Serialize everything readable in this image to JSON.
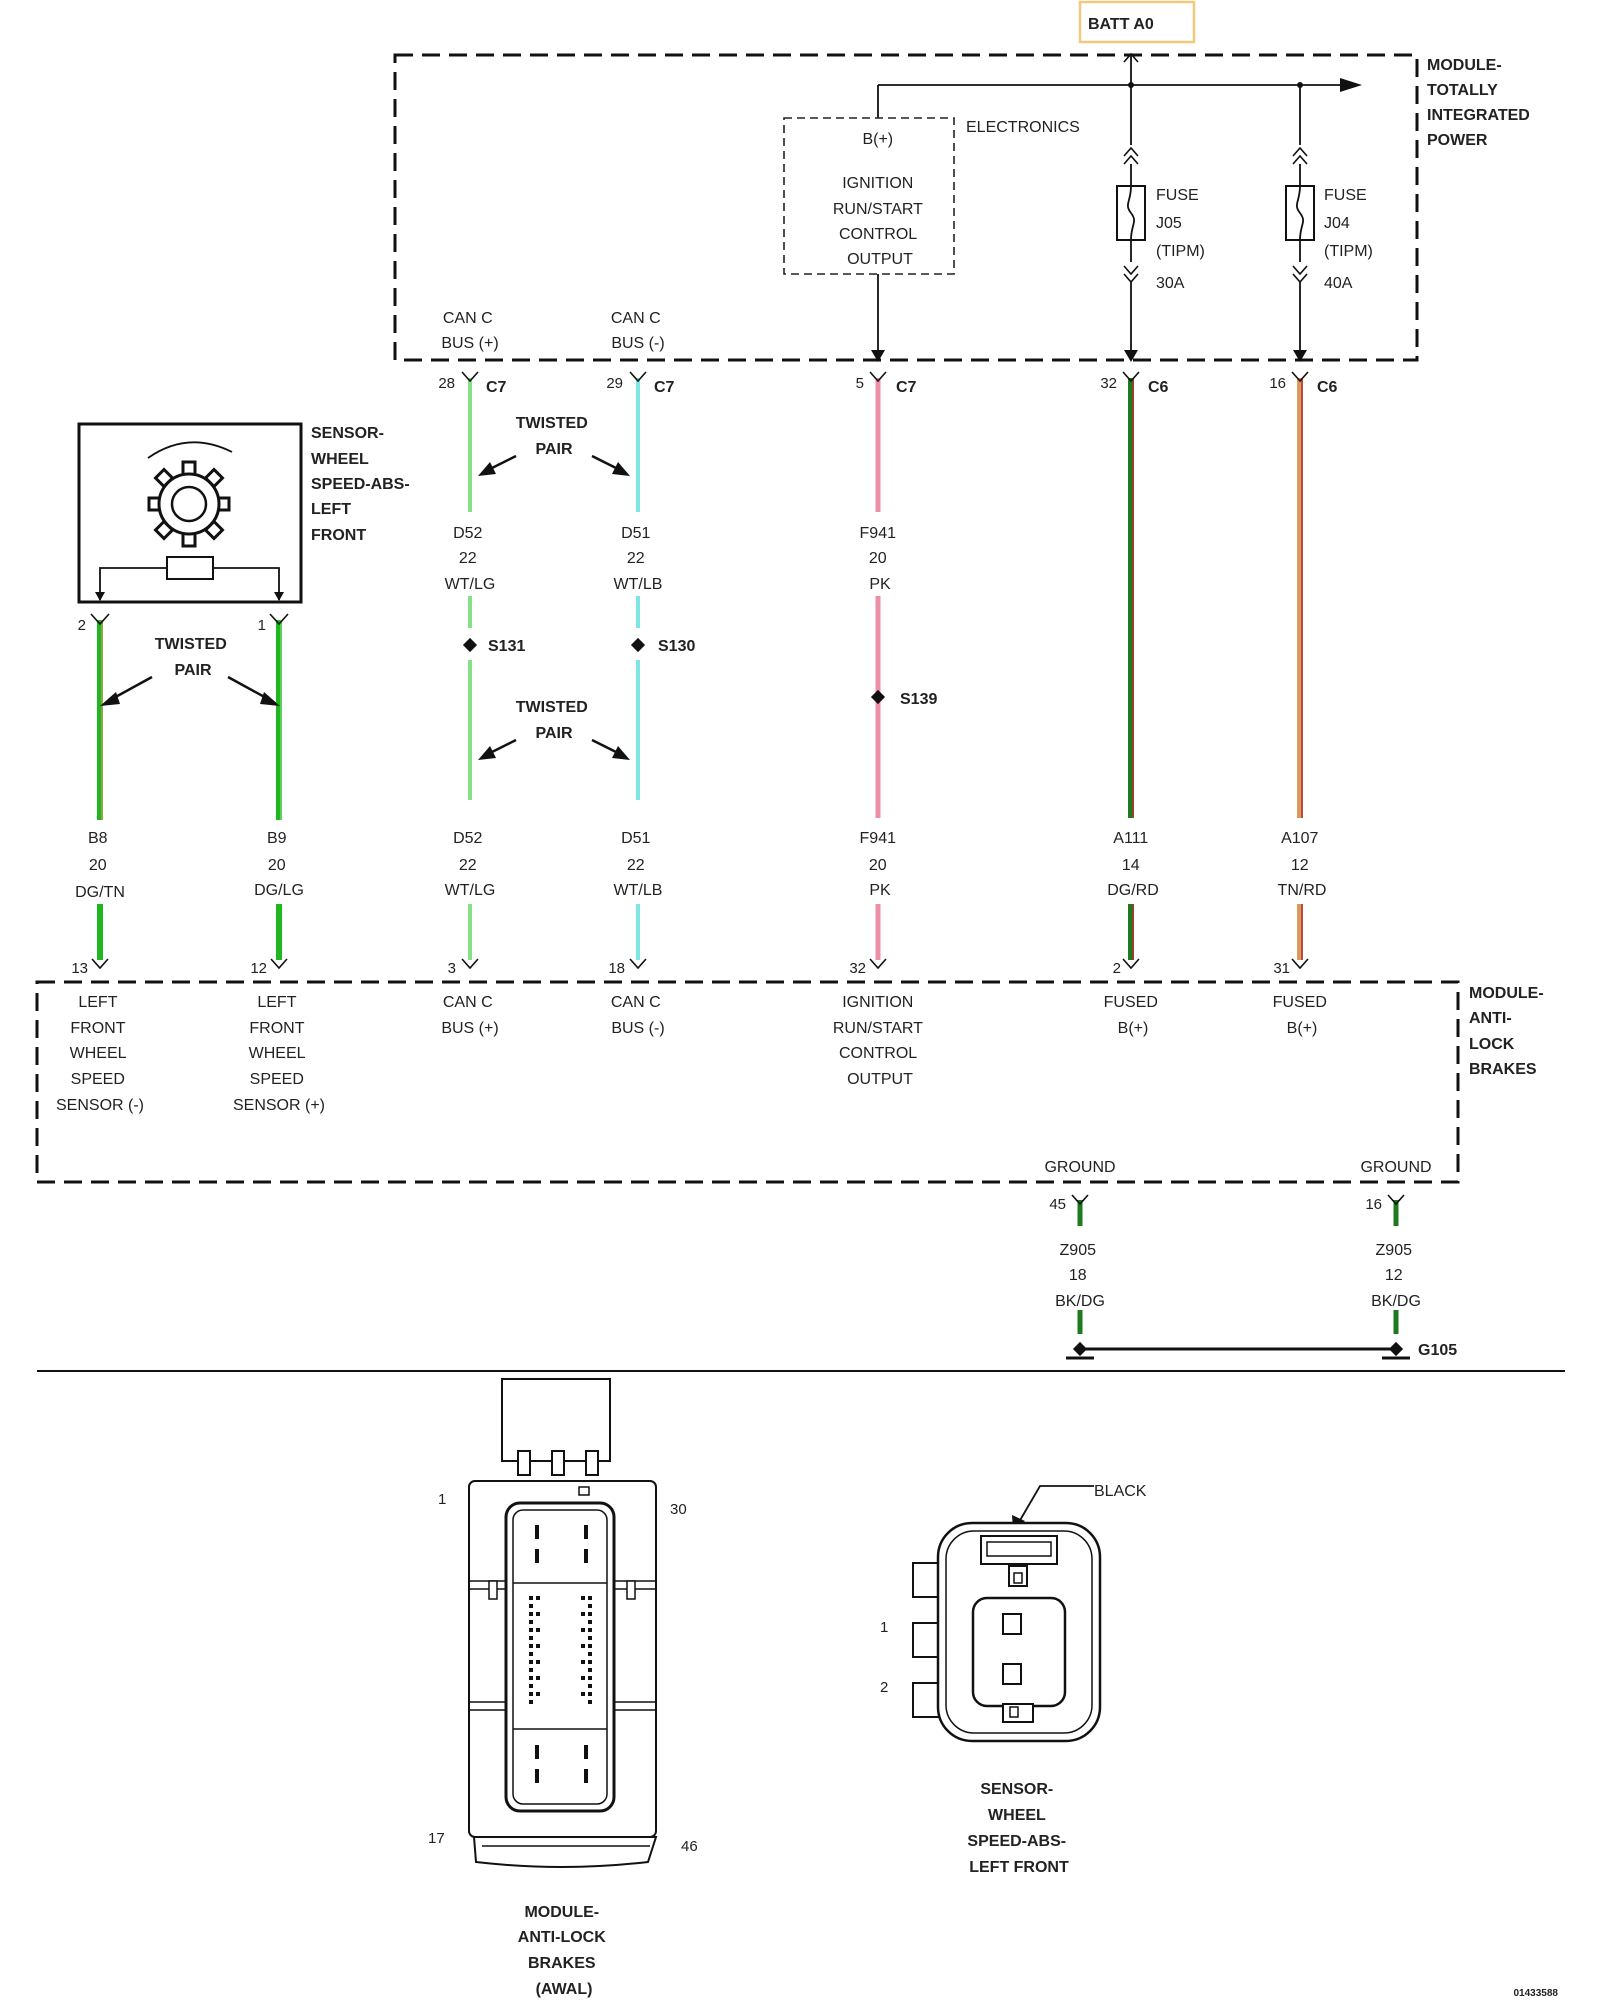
{
  "colors": {
    "wt_lg": "#86e086",
    "wt_lb": "#7fe4e4",
    "pk": "#ee8fa8",
    "dg": "#1e7a1e",
    "dg_bright": "#1fb61f",
    "rd": "#b83030",
    "tn": "#d99a5e",
    "bk": "#222222",
    "batt_border": "#f2c97a"
  },
  "batt_label": "BATT A0",
  "tipm": {
    "name_lines": [
      "MODULE-",
      "TOTALLY",
      "INTEGRATED",
      "POWER"
    ],
    "electronics_label": "ELECTRONICS",
    "ign_lines": [
      "B(+)",
      "IGNITION",
      "RUN/START",
      "CONTROL",
      "OUTPUT"
    ],
    "fuse1_lines": [
      "FUSE",
      "J05",
      "(TIPM)",
      "30A"
    ],
    "fuse2_lines": [
      "FUSE",
      "J04",
      "(TIPM)",
      "40A"
    ],
    "can_plus_lines": [
      "CAN C",
      "BUS (+)"
    ],
    "can_minus_lines": [
      "CAN C",
      "BUS (-)"
    ]
  },
  "tipm_pins": [
    {
      "pin": "28",
      "conn": "C7"
    },
    {
      "pin": "29",
      "conn": "C7"
    },
    {
      "pin": "5",
      "conn": "C7"
    },
    {
      "pin": "32",
      "conn": "C6"
    },
    {
      "pin": "16",
      "conn": "C6"
    }
  ],
  "sensor": {
    "name_lines": [
      "SENSOR-",
      "WHEEL",
      "SPEED-ABS-",
      "LEFT",
      "FRONT"
    ],
    "pin_left": "2",
    "pin_right": "1"
  },
  "twisted_pair_lines": [
    "TWISTED",
    "PAIR"
  ],
  "upper_wires": [
    {
      "circuit": "D52",
      "gauge": "22",
      "color": "WT/LG"
    },
    {
      "circuit": "D51",
      "gauge": "22",
      "color": "WT/LB"
    },
    {
      "circuit": "F941",
      "gauge": "20",
      "color": "PK"
    }
  ],
  "splices": [
    "S131",
    "S130",
    "S139"
  ],
  "lower_wires": [
    {
      "circuit": "B8",
      "gauge": "20",
      "color": "DG/TN"
    },
    {
      "circuit": "B9",
      "gauge": "20",
      "color": "DG/LG"
    },
    {
      "circuit": "D52",
      "gauge": "22",
      "color": "WT/LG"
    },
    {
      "circuit": "D51",
      "gauge": "22",
      "color": "WT/LB"
    },
    {
      "circuit": "F941",
      "gauge": "20",
      "color": "PK"
    },
    {
      "circuit": "A111",
      "gauge": "14",
      "color": "DG/RD"
    },
    {
      "circuit": "A107",
      "gauge": "12",
      "color": "TN/RD"
    }
  ],
  "abs": {
    "name_lines": [
      "MODULE-",
      "ANTI-",
      "LOCK",
      "BRAKES"
    ],
    "pins": [
      "13",
      "12",
      "3",
      "18",
      "32",
      "2",
      "31"
    ],
    "labels": [
      [
        "LEFT",
        "FRONT",
        "WHEEL",
        "SPEED",
        "SENSOR (-)"
      ],
      [
        "LEFT",
        "FRONT",
        "WHEEL",
        "SPEED",
        "SENSOR (+)"
      ],
      [
        "CAN C",
        "BUS (+)"
      ],
      [
        "CAN C",
        "BUS (-)"
      ],
      [
        "IGNITION",
        "RUN/START",
        "CONTROL",
        "OUTPUT"
      ],
      [
        "FUSED",
        "B(+)"
      ],
      [
        "FUSED",
        "B(+)"
      ]
    ],
    "ground_label": "GROUND",
    "ground_pins": [
      "45",
      "16"
    ]
  },
  "ground_wires": [
    {
      "circuit": "Z905",
      "gauge": "18",
      "color": "BK/DG"
    },
    {
      "circuit": "Z905",
      "gauge": "12",
      "color": "BK/DG"
    }
  ],
  "ground_point": "G105",
  "abs_connector": {
    "pins": {
      "top_left": "1",
      "top_right": "30",
      "bottom_left": "17",
      "bottom_right": "46"
    },
    "name_lines": [
      "MODULE-",
      "ANTI-LOCK",
      "BRAKES",
      "(AWAL)"
    ]
  },
  "sensor_connector": {
    "color_label": "BLACK",
    "pins": [
      "1",
      "2"
    ],
    "name_lines": [
      "SENSOR-",
      "WHEEL",
      "SPEED-ABS-",
      "LEFT FRONT"
    ]
  },
  "figure_id": "01433588"
}
